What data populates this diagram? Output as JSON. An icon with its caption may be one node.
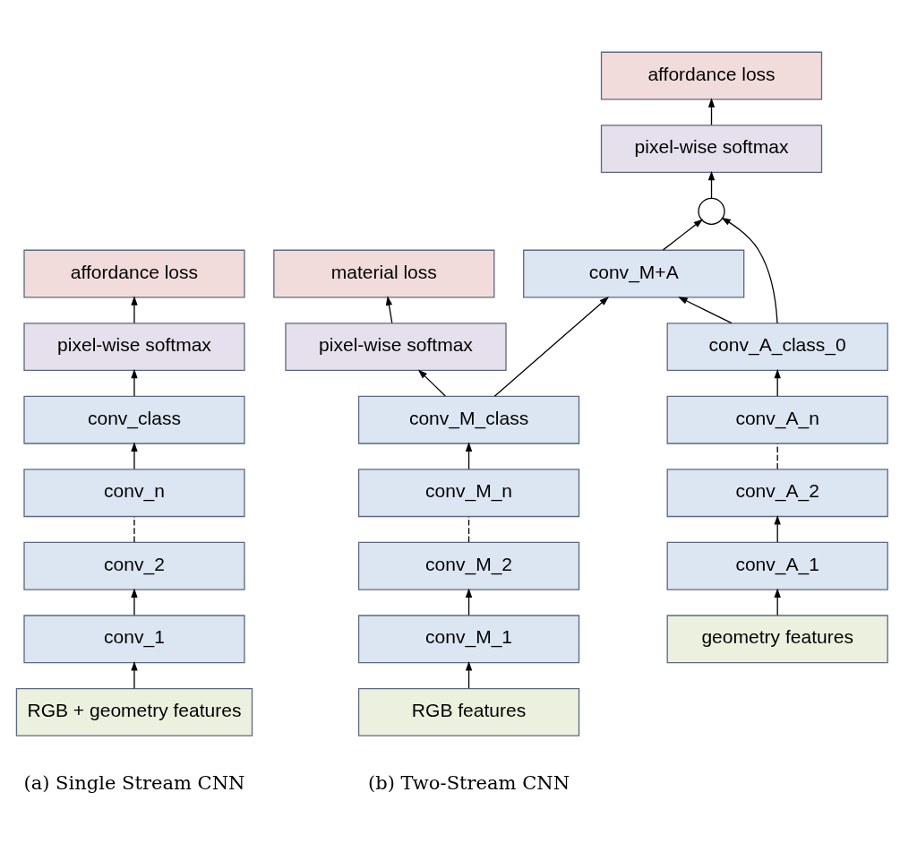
{
  "diagram": {
    "nodes": [
      {
        "text": [
          "affordance loss"
        ]
      },
      {
        "text": [
          "pixel-wise softmax"
        ]
      },
      {
        "text": [
          "conv_class"
        ]
      },
      {
        "text": [
          "conv_n"
        ]
      },
      {
        "text": [
          "conv_2"
        ]
      },
      {
        "text": [
          "conv_1"
        ]
      },
      {
        "text": [
          "RGB + geometry features"
        ]
      },
      {
        "text": [
          "affordance loss"
        ]
      },
      {
        "text": [
          "pixel-wise softmax"
        ]
      },
      {
        "text": [
          "material loss"
        ]
      },
      {
        "text": [],
        "shape": "circle"
      },
      {
        "text": [
          "pixel-wise softmax"
        ]
      },
      {
        "text": [
          "conv_M+A"
        ]
      },
      {
        "text": [
          "conv_M_class"
        ]
      },
      {
        "text": [
          "conv_A_class_0"
        ]
      },
      {
        "text": [
          "conv_M_n"
        ]
      },
      {
        "text": [
          "conv_A_n"
        ]
      },
      {
        "text": [
          "conv_M_2"
        ]
      },
      {
        "text": [
          "conv_A_2"
        ]
      },
      {
        "text": [
          "conv_M_1"
        ]
      },
      {
        "text": [
          "conv_A_1"
        ]
      },
      {
        "text": [
          "RGB features"
        ]
      },
      {
        "text": [
          "geometry features"
        ]
      }
    ],
    "edges": [
      {
        "from": 6,
        "to": 5,
        "arrow": "to"
      },
      {
        "from": 5,
        "to": 4,
        "arrow": "to"
      },
      {
        "from": 4,
        "to": 3,
        "arrow": "none",
        "style": "dashed"
      },
      {
        "from": 3,
        "to": 2,
        "arrow": "to"
      },
      {
        "from": 2,
        "to": 1,
        "arrow": "to"
      },
      {
        "from": 1,
        "to": 0,
        "arrow": "to"
      },
      {
        "from": 21,
        "to": 19,
        "arrow": "to"
      },
      {
        "from": 19,
        "to": 17,
        "arrow": "to"
      },
      {
        "from": 17,
        "to": 15,
        "arrow": "none",
        "style": "dashed"
      },
      {
        "from": 15,
        "to": 13,
        "arrow": "to"
      },
      {
        "from": 13,
        "to": 11,
        "arrow": "to"
      },
      {
        "from": 13,
        "to": 12,
        "arrow": "to"
      },
      {
        "from": 22,
        "to": 20,
        "arrow": "to"
      },
      {
        "from": 20,
        "to": 18,
        "arrow": "to"
      },
      {
        "from": 18,
        "to": 16,
        "arrow": "none",
        "style": "dashed"
      },
      {
        "from": 16,
        "to": 14,
        "arrow": "to"
      },
      {
        "from": 14,
        "to": 12,
        "arrow": "to"
      },
      {
        "from": 14,
        "to": 10,
        "arrow": "to"
      },
      {
        "from": 12,
        "to": 10,
        "arrow": "to"
      },
      {
        "from": 10,
        "to": 8,
        "arrow": "to"
      },
      {
        "from": 8,
        "to": 7,
        "arrow": "to"
      },
      {
        "from": 11,
        "to": 9,
        "arrow": "to"
      }
    ],
    "labels": [
      "(a) Single Stream CNN",
      "(b) Two-Stream CNN"
    ]
  }
}
